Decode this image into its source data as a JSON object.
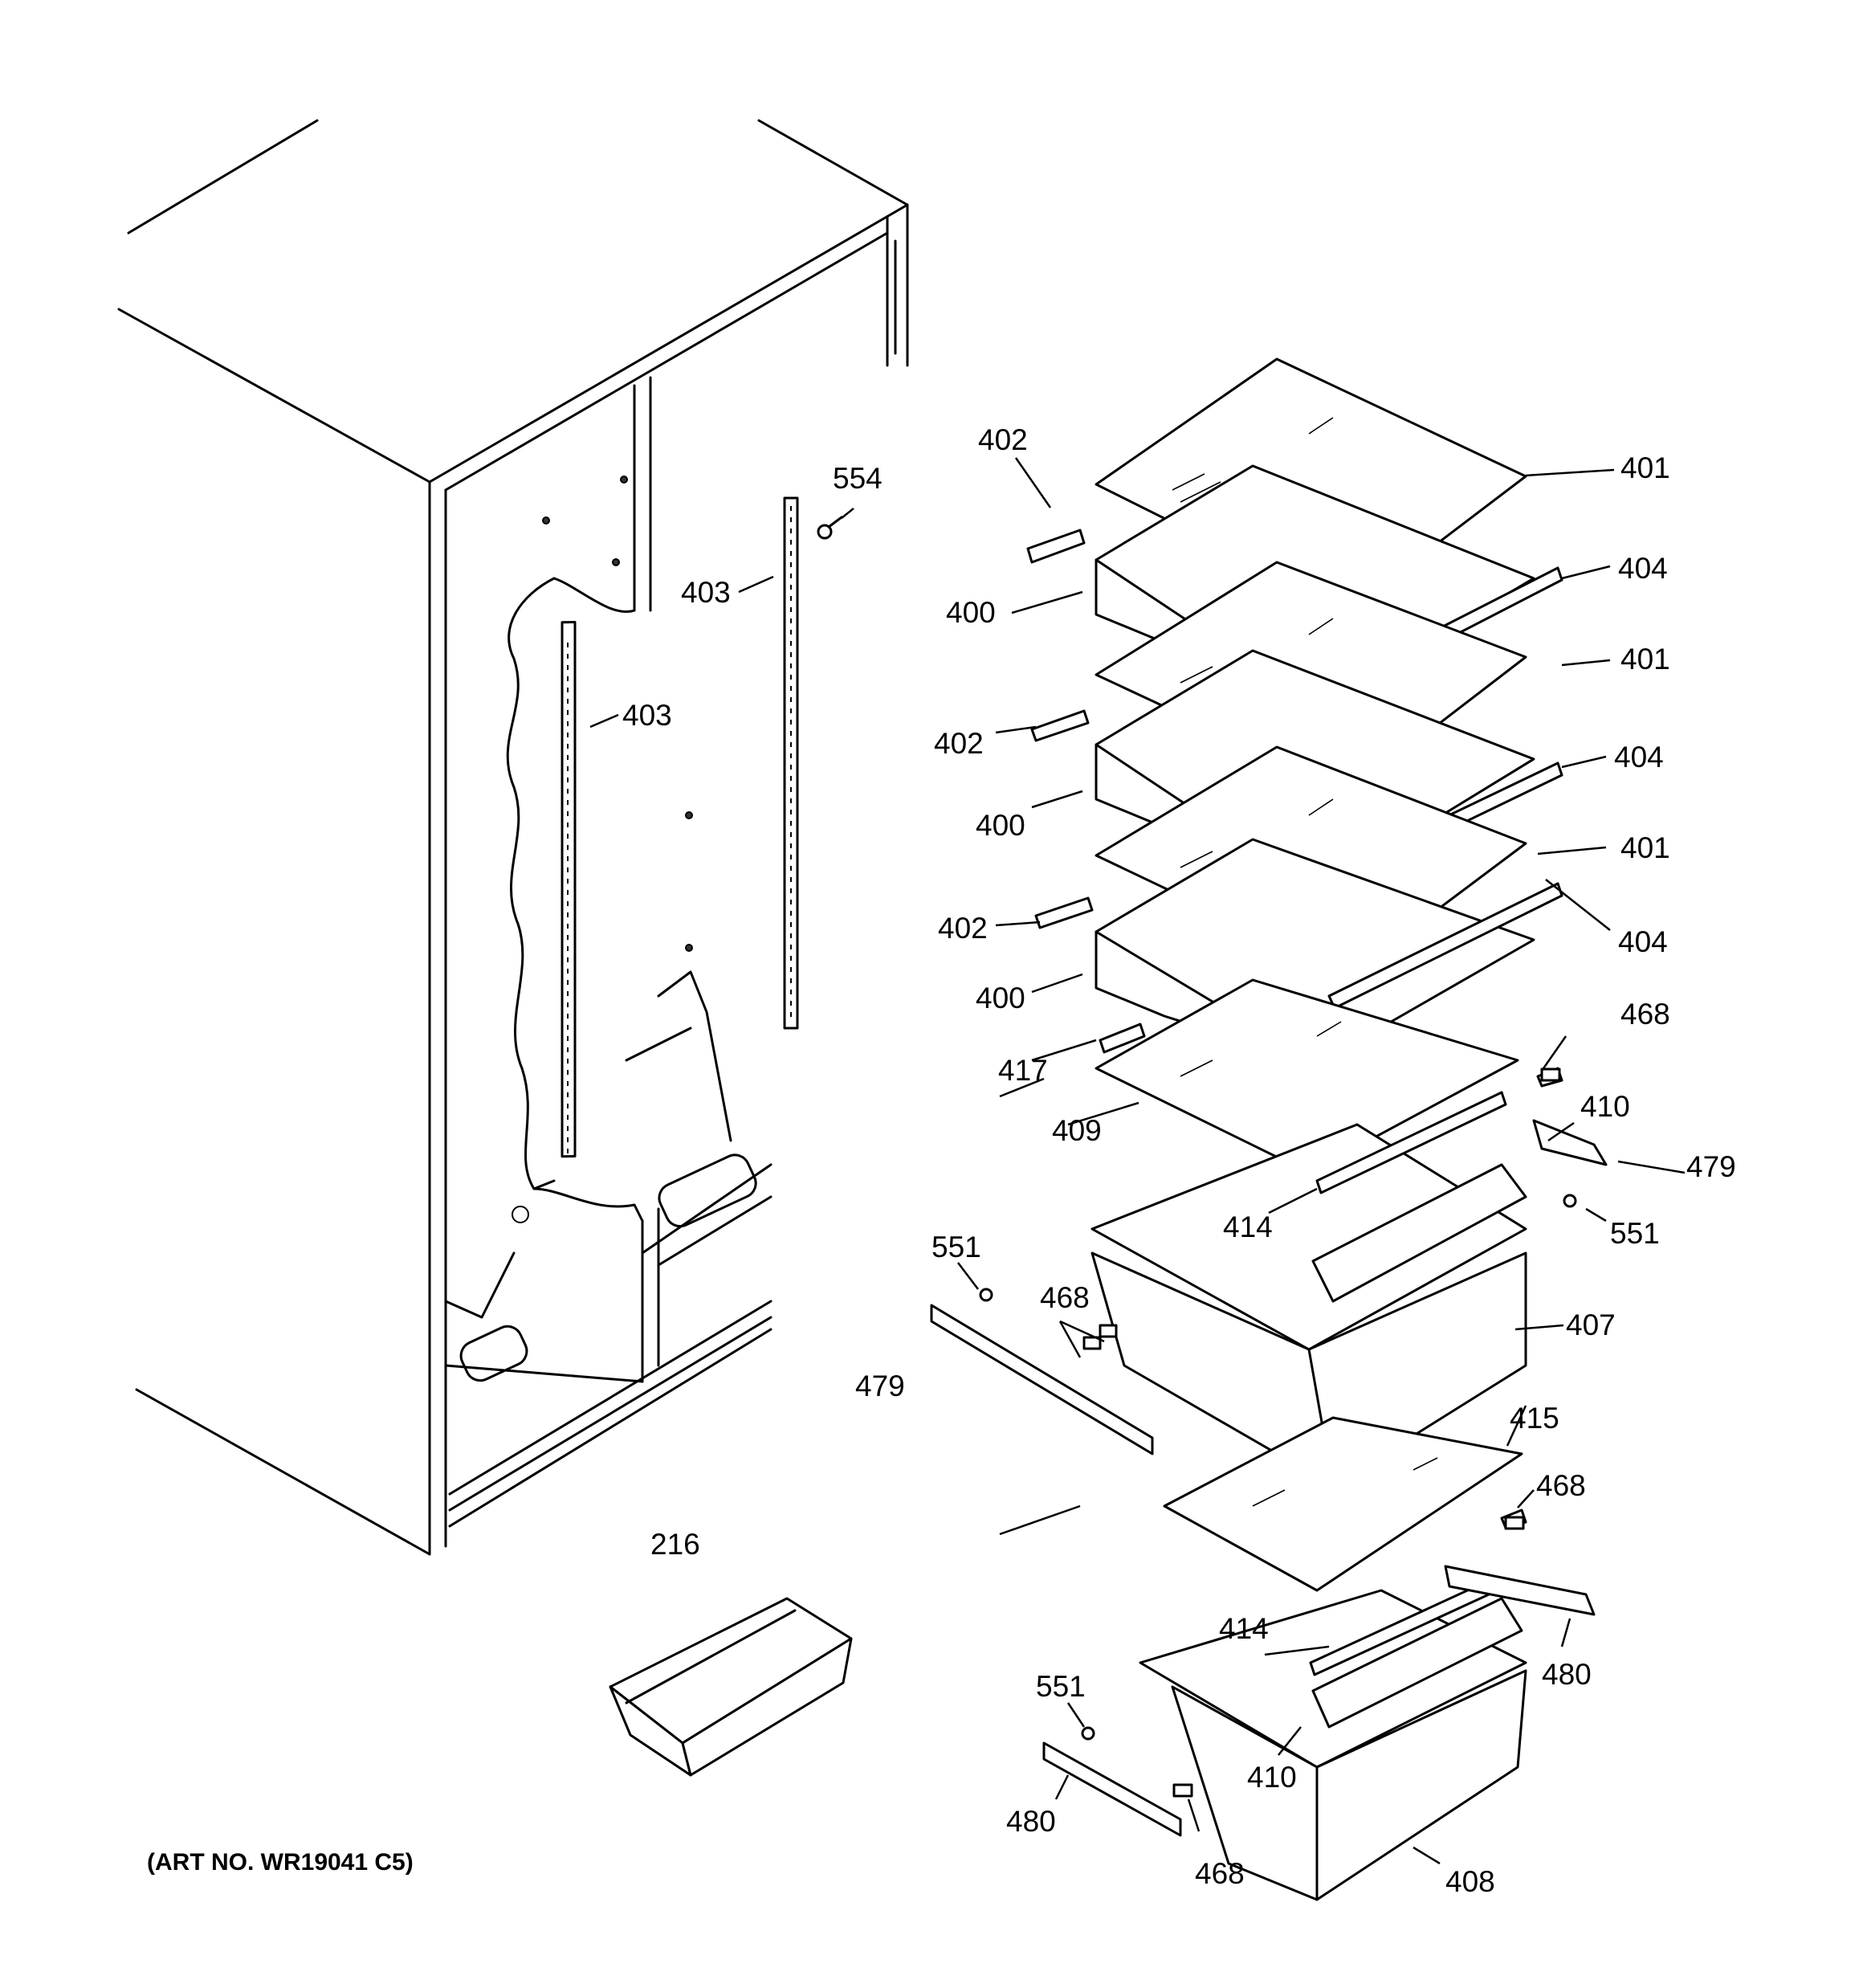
{
  "art_number": "(ART NO. WR19041 C5)",
  "callouts": {
    "c216": "216",
    "c400a": "400",
    "c400b": "400",
    "c400c": "400",
    "c401a": "401",
    "c401b": "401",
    "c401c": "401",
    "c402a": "402",
    "c402b": "402",
    "c402c": "402",
    "c403a": "403",
    "c403b": "403",
    "c404a": "404",
    "c404b": "404",
    "c404c": "404",
    "c407": "407",
    "c408": "408",
    "c409": "409",
    "c410a": "410",
    "c410b": "410",
    "c414a": "414",
    "c414b": "414",
    "c415": "415",
    "c417": "417",
    "c468a": "468",
    "c468b": "468",
    "c468c": "468",
    "c468d": "468",
    "c479a": "479",
    "c479b": "479",
    "c480a": "480",
    "c480b": "480",
    "c551a": "551",
    "c551b": "551",
    "c551c": "551",
    "c554": "554"
  }
}
